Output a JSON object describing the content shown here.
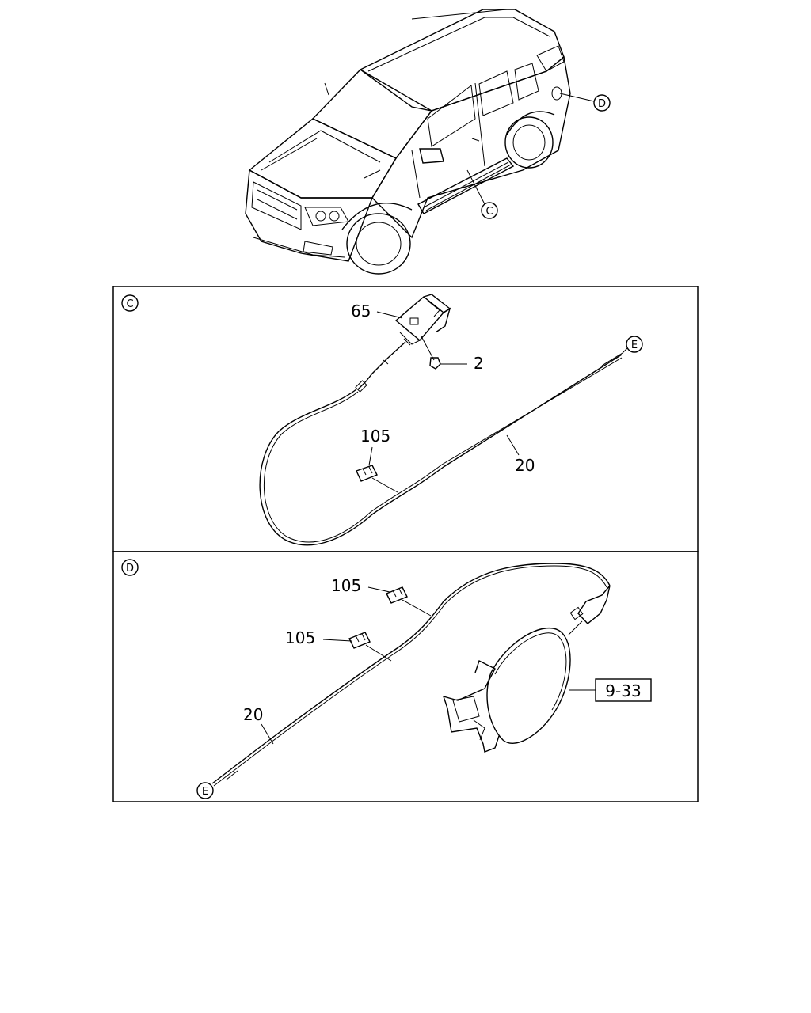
{
  "vehicle_callouts": [
    "D",
    "C"
  ],
  "panel_c": {
    "tag": "C",
    "labels": {
      "part_65": "65",
      "part_2": "2",
      "part_105": "105",
      "part_20": "20"
    },
    "end_tag": "E"
  },
  "panel_d": {
    "tag": "D",
    "labels": {
      "part_105_a": "105",
      "part_105_b": "105",
      "part_20": "20",
      "ref_box": "9-33"
    },
    "end_tag": "E"
  }
}
